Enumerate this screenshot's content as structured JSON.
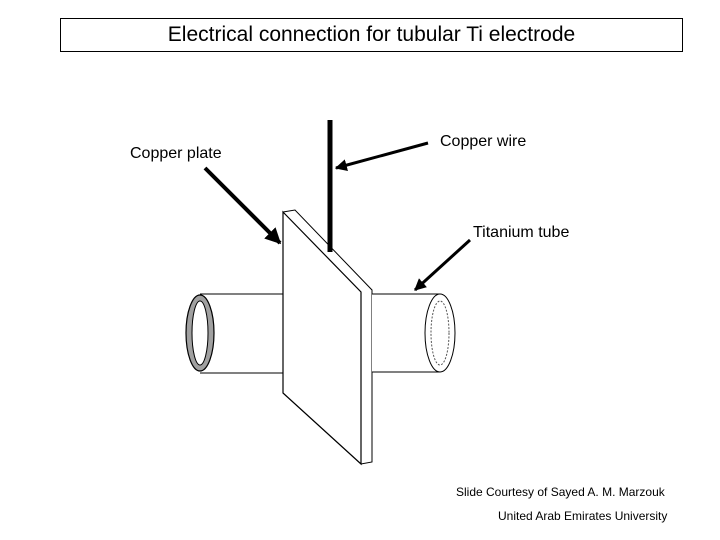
{
  "title": "Electrical connection for tubular Ti electrode",
  "labels": {
    "copper_plate": "Copper plate",
    "copper_wire": "Copper wire",
    "titanium_tube": "Titanium tube"
  },
  "credits": {
    "line1": "Slide Courtesy of Sayed A. M. Marzouk",
    "line2": "United Arab Emirates University"
  },
  "colors": {
    "stroke": "#000000",
    "tube_ring": "#a0a0a0"
  }
}
